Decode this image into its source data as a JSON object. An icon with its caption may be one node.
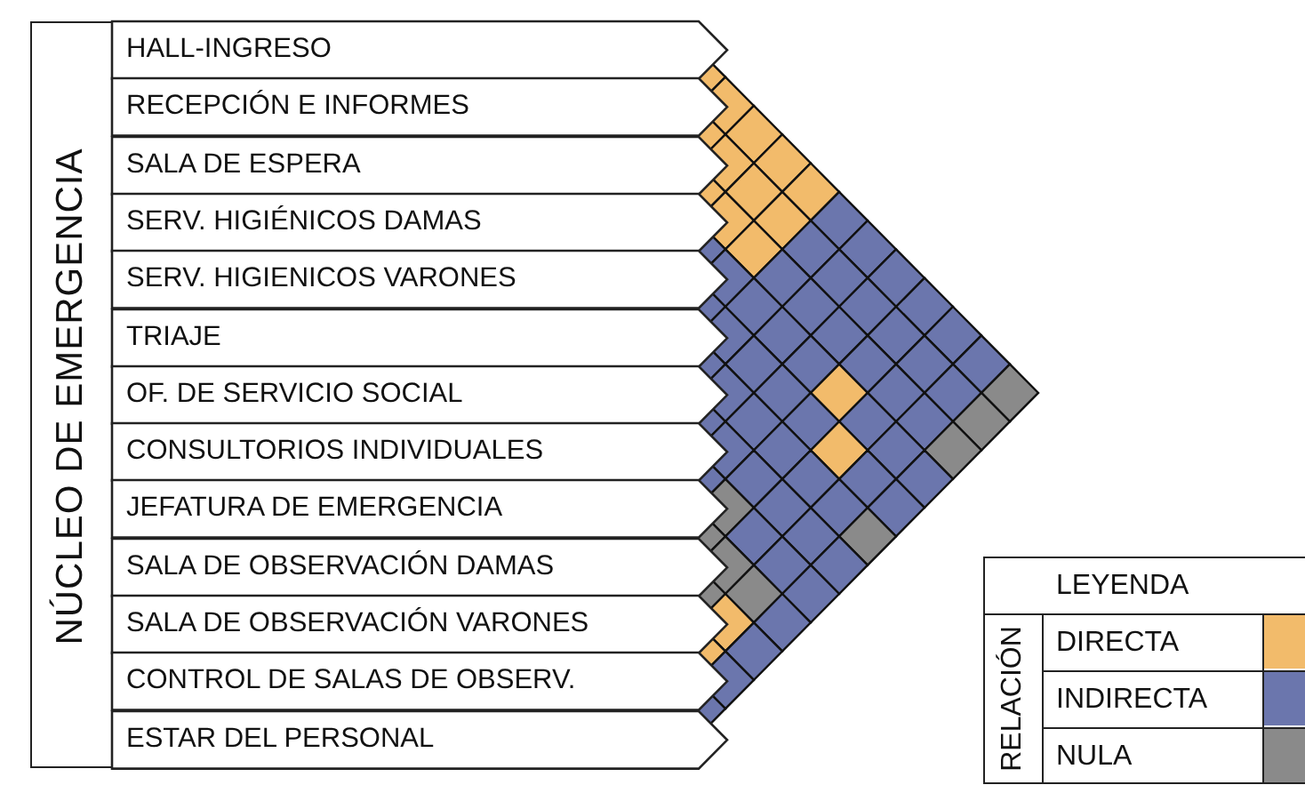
{
  "diagram": {
    "nodes": [
      {
        "text": [
          "NÚCLEO DE EMERGENCIA"
        ]
      },
      {
        "text": [
          "HALL-INGRESO"
        ],
        "in": 0
      },
      {
        "text": [
          "RECEPCIÓN E INFORMES"
        ],
        "in": 0
      },
      {
        "text": [
          "SALA DE ESPERA"
        ],
        "in": 0
      },
      {
        "text": [
          "SERV. HIGIÉNICOS DAMAS"
        ],
        "in": 0
      },
      {
        "text": [
          "SERV. HIGIENICOS VARONES"
        ],
        "in": 0
      },
      {
        "text": [
          "TRIAJE"
        ],
        "in": 0
      },
      {
        "text": [
          "OF. DE SERVICIO SOCIAL"
        ],
        "in": 0
      },
      {
        "text": [
          "CONSULTORIOS INDIVIDUALES"
        ],
        "in": 0
      },
      {
        "text": [
          "JEFATURA DE EMERGENCIA"
        ],
        "in": 0
      },
      {
        "text": [
          "SALA DE OBSERVACIÓN DAMAS"
        ],
        "in": 0
      },
      {
        "text": [
          "SALA DE OBSERVACIÓN VARONES"
        ],
        "in": 0
      },
      {
        "text": [
          "CONTROL DE SALAS DE OBSERV."
        ],
        "in": 0
      },
      {
        "text": [
          "ESTAR DEL PERSONAL"
        ],
        "in": 0
      }
    ],
    "labels": [
      "LEYENDA",
      "RELACIÓN"
    ],
    "legend": [
      {
        "text": "DIRECTA",
        "color": "#f2bb6b"
      },
      {
        "text": "INDIRECTA",
        "color": "#6b76ad"
      },
      {
        "text": "NULA",
        "color": "#8a8a8a"
      }
    ]
  }
}
